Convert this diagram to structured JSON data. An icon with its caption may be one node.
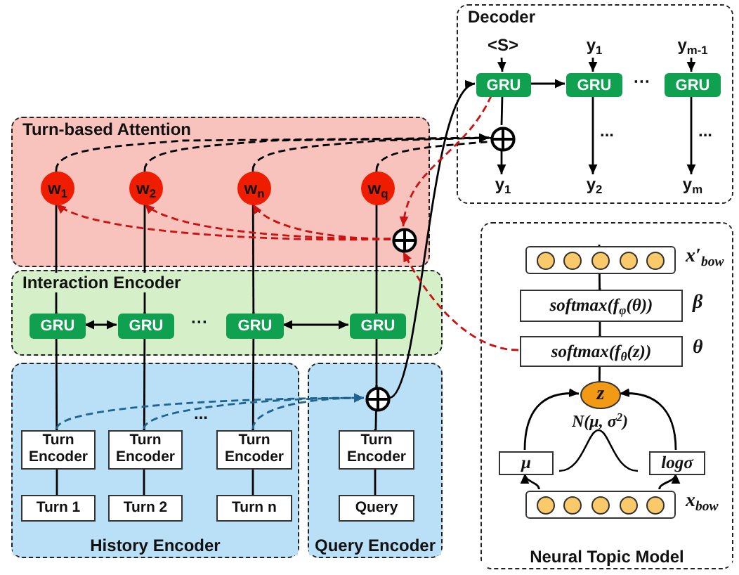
{
  "diagram": {
    "nodes": [
      {
        "text": [
          "Turn-based Attention"
        ]
      },
      {
        "text": [
          "w$_{1}$"
        ],
        "in": 0
      },
      {
        "text": [
          "w$_{2}$"
        ],
        "in": 0
      },
      {
        "text": [
          "w$_{n}$"
        ],
        "in": 0
      },
      {
        "text": [
          "w$_{q}$"
        ],
        "in": 0
      },
      {
        "text": [],
        "shape": "circle",
        "in": 0
      },
      {
        "text": [
          "Interaction Encoder"
        ]
      },
      {
        "text": [
          "GRU"
        ],
        "in": 6
      },
      {
        "text": [
          "GRU"
        ],
        "in": 6
      },
      {
        "text": [
          "GRU"
        ],
        "in": 6
      },
      {
        "text": [
          "GRU"
        ],
        "in": 6
      },
      {
        "text": [
          "History Encoder"
        ]
      },
      {
        "text": [
          "Turn Encoder"
        ],
        "in": 11
      },
      {
        "text": [
          "Turn Encoder"
        ],
        "in": 11
      },
      {
        "text": [
          "Turn Encoder"
        ],
        "in": 11
      },
      {
        "text": [
          "Turn 1"
        ],
        "in": 11
      },
      {
        "text": [
          "Turn 2"
        ],
        "in": 11
      },
      {
        "text": [
          "Turn n"
        ],
        "in": 11
      },
      {
        "text": [
          "Query Encoder"
        ]
      },
      {
        "text": [],
        "shape": "circle",
        "in": 18
      },
      {
        "text": [
          "Turn Encoder"
        ],
        "in": 18
      },
      {
        "text": [
          "Query"
        ],
        "in": 18
      },
      {
        "text": [
          "Decoder"
        ]
      },
      {
        "text": [
          "GRU"
        ],
        "in": 22
      },
      {
        "text": [
          "GRU"
        ],
        "in": 22
      },
      {
        "text": [
          "GRU"
        ],
        "in": 22
      },
      {
        "text": [],
        "shape": "circle",
        "in": 22
      },
      {
        "text": [
          "<S>"
        ],
        "in": 22
      },
      {
        "text": [
          "y$_{1}$"
        ],
        "in": 22
      },
      {
        "text": [
          "y$_{m-1}$"
        ],
        "in": 22
      },
      {
        "text": [
          "y$_{1}$"
        ],
        "in": 22
      },
      {
        "text": [
          "y$_{2}$"
        ],
        "in": 22
      },
      {
        "text": [
          "y$_{m}$"
        ],
        "in": 22
      },
      {
        "text": [
          "Neural Topic Model"
        ]
      },
      {
        "text": [],
        "shape": "bar",
        "in": 33,
        "beside": [
          "x′$_{bow}$"
        ]
      },
      {
        "text": [
          "softmax(f$_{φ}$(θ))"
        ],
        "in": 33,
        "beside": [
          "β"
        ]
      },
      {
        "text": [
          "softmax(f$_{θ}$(z))"
        ],
        "in": 33,
        "beside": [
          "θ"
        ]
      },
      {
        "text": [
          "z"
        ],
        "in": 33
      },
      {
        "text": [
          "μ"
        ],
        "in": 33
      },
      {
        "text": [
          "logσ"
        ],
        "in": 33
      },
      {
        "text": [],
        "shape": "bar",
        "in": 33,
        "beside": [
          "x$_{bow}$"
        ]
      }
    ],
    "edges": [
      {
        "from": 7,
        "to": 1,
        "arrow": "to"
      },
      {
        "from": 8,
        "to": 2,
        "arrow": "to"
      },
      {
        "from": 9,
        "to": 3,
        "arrow": "to"
      },
      {
        "from": 10,
        "to": 4,
        "arrow": "to"
      },
      {
        "from": 7,
        "to": 8,
        "arrow": "both"
      },
      {
        "from": 9,
        "to": 10,
        "arrow": "both"
      },
      {
        "from": 12,
        "to": 7,
        "arrow": "to"
      },
      {
        "from": 13,
        "to": 8,
        "arrow": "to"
      },
      {
        "from": 14,
        "to": 9,
        "arrow": "to"
      },
      {
        "from": 19,
        "to": 10,
        "arrow": "to"
      },
      {
        "from": 20,
        "to": 19,
        "arrow": "to"
      },
      {
        "from": 15,
        "to": 12,
        "arrow": "to"
      },
      {
        "from": 16,
        "to": 13,
        "arrow": "to"
      },
      {
        "from": 17,
        "to": 14,
        "arrow": "to"
      },
      {
        "from": 21,
        "to": 20,
        "arrow": "to"
      },
      {
        "from": 12,
        "to": 19,
        "arrow": "to",
        "style": "dashed",
        "color": "#1f6391"
      },
      {
        "from": 13,
        "to": 19,
        "arrow": "to",
        "style": "dashed",
        "color": "#1f6391"
      },
      {
        "from": 14,
        "to": 19,
        "arrow": "to",
        "style": "dashed",
        "color": "#1f6391"
      },
      {
        "from": 19,
        "to": 23,
        "arrow": "to"
      },
      {
        "from": 1,
        "to": 26,
        "arrow": "to",
        "style": "dashed"
      },
      {
        "from": 2,
        "to": 26,
        "arrow": "to",
        "style": "dashed"
      },
      {
        "from": 3,
        "to": 26,
        "arrow": "to",
        "style": "dashed"
      },
      {
        "from": 4,
        "to": 26,
        "arrow": "to",
        "style": "dashed"
      },
      {
        "from": 5,
        "to": 1,
        "arrow": "to",
        "style": "dashed",
        "color": "#cc1111"
      },
      {
        "from": 5,
        "to": 2,
        "arrow": "to",
        "style": "dashed",
        "color": "#cc1111"
      },
      {
        "from": 5,
        "to": 3,
        "arrow": "to",
        "style": "dashed",
        "color": "#cc1111"
      },
      {
        "from": 23,
        "to": 5,
        "arrow": "to",
        "style": "dashed",
        "color": "#cc1111"
      },
      {
        "from": 36,
        "to": 5,
        "arrow": "to",
        "style": "dashed",
        "color": "#cc1111"
      },
      {
        "from": 27,
        "to": 23,
        "arrow": "to"
      },
      {
        "from": 28,
        "to": 24,
        "arrow": "to"
      },
      {
        "from": 29,
        "to": 25,
        "arrow": "to"
      },
      {
        "from": 23,
        "to": 24,
        "arrow": "to"
      },
      {
        "from": 23,
        "to": 26,
        "arrow": "none"
      },
      {
        "from": 26,
        "to": 30,
        "arrow": "to"
      },
      {
        "from": 24,
        "to": 31,
        "arrow": "to"
      },
      {
        "from": 25,
        "to": 32,
        "arrow": "to"
      },
      {
        "from": 40,
        "to": 38,
        "arrow": "to"
      },
      {
        "from": 40,
        "to": 39,
        "arrow": "to"
      },
      {
        "from": 38,
        "to": 37,
        "arrow": "to"
      },
      {
        "from": 39,
        "to": 37,
        "arrow": "to"
      },
      {
        "from": 37,
        "to": 36,
        "arrow": "to"
      },
      {
        "from": 36,
        "to": 35,
        "arrow": "to"
      },
      {
        "from": 35,
        "to": 34,
        "arrow": "to"
      }
    ],
    "labels": [
      "···",
      "...",
      "...",
      "···",
      "...",
      "N(μ, σ$^{2}$)"
    ]
  }
}
